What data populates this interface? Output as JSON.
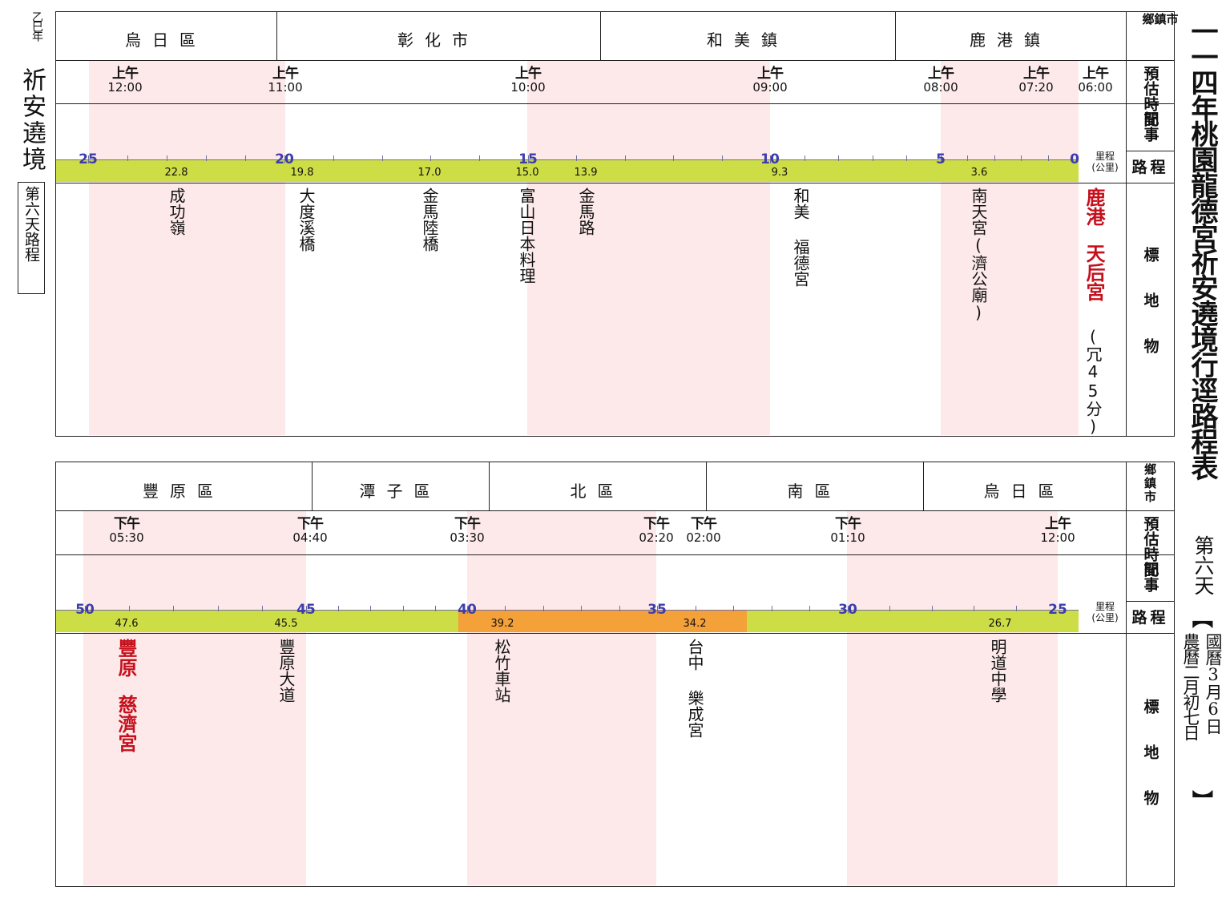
{
  "left_note": {
    "year": "乙巳年",
    "title": "祈安遶境",
    "boxed": "第六天路程"
  },
  "right_title": {
    "main": "一一四年桃園龍德宮祈安遶境行逕路程表",
    "day": "第六天",
    "bracket_open": "【",
    "dates": [
      "國曆3月6日",
      "農曆二月初七日"
    ],
    "bracket_close": "】"
  },
  "row_headers": {
    "district": "鄉鎮市",
    "time": "預估時間",
    "note": "記事",
    "route": "路程",
    "landmark": "標地物"
  },
  "km_unit": {
    "line1": "里程",
    "line2": "(公里)"
  },
  "colors": {
    "route": "#cddd45",
    "route_alt": "#f4a13a",
    "band": "#fde9e9",
    "red_text": "#c5101c",
    "km_number": "#3d3dac"
  },
  "panel1": {
    "districts": [
      "烏日區",
      "彰化市",
      "和美鎮",
      "鹿港鎮"
    ],
    "times": [
      {
        "ap": "上午",
        "t": "12:00"
      },
      {
        "ap": "上午",
        "t": "11:00"
      },
      {
        "ap": "上午",
        "t": "10:00"
      },
      {
        "ap": "上午",
        "t": "09:00"
      },
      {
        "ap": "上午",
        "t": "08:00"
      },
      {
        "ap": "上午",
        "t": "07:20"
      },
      {
        "ap": "上午",
        "t": "06:00"
      }
    ],
    "km_marks": [
      "25",
      "20",
      "15",
      "10",
      "5",
      "0"
    ],
    "distances": [
      "22.8",
      "19.8",
      "17.0",
      "15.0",
      "13.9",
      "9.3",
      "3.6"
    ],
    "landmarks": [
      "成功嶺",
      "大度溪橋",
      "金馬陸橋",
      "富山日本料理",
      "金馬路",
      "和美 福德宮",
      "南天宮(濟公廟)"
    ],
    "red_landmark": {
      "a": "鹿港",
      "b": "天后宮"
    },
    "stay_note": "(冗45分)"
  },
  "panel2": {
    "districts": [
      "豐原區",
      "潭子區",
      "北區",
      "南區",
      "烏日區"
    ],
    "times": [
      {
        "ap": "下午",
        "t": "05:30"
      },
      {
        "ap": "下午",
        "t": "04:40"
      },
      {
        "ap": "下午",
        "t": "03:30"
      },
      {
        "ap": "下午",
        "t": "02:20"
      },
      {
        "ap": "下午",
        "t": "02:00"
      },
      {
        "ap": "下午",
        "t": "01:10"
      },
      {
        "ap": "上午",
        "t": "12:00"
      }
    ],
    "km_marks": [
      "50",
      "45",
      "40",
      "35",
      "30",
      "25"
    ],
    "distances": [
      "47.6",
      "45.5",
      "39.2",
      "34.2",
      "26.7"
    ],
    "landmarks": [
      "豐原大道",
      "松竹車站",
      "台中 樂成宮",
      "明道中學"
    ],
    "red_landmark": {
      "a": "豐原",
      "b": "慈濟宮"
    }
  }
}
